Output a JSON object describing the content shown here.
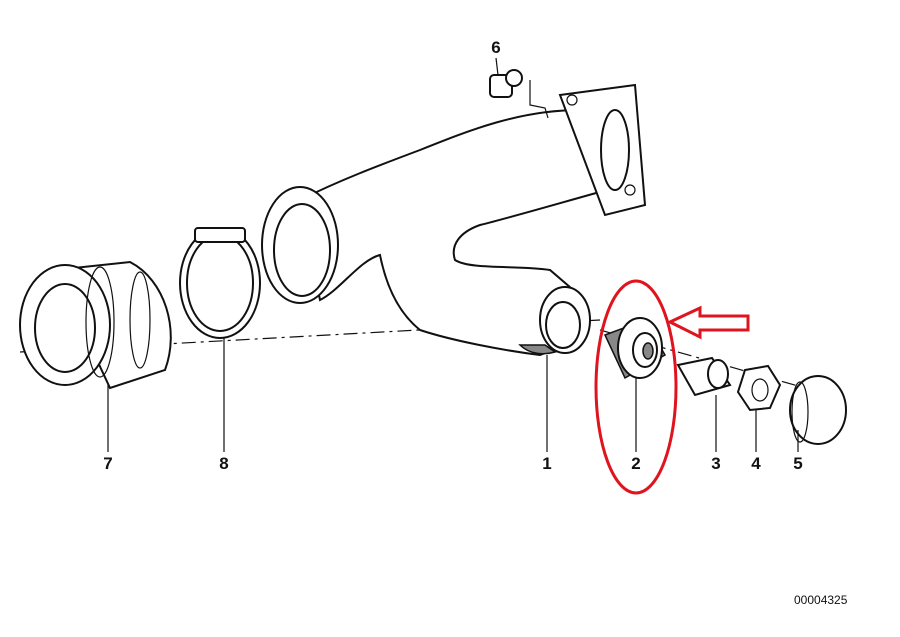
{
  "diagram": {
    "part_labels": {
      "p1": "1",
      "p2": "2",
      "p3": "3",
      "p4": "4",
      "p5": "5",
      "p6": "6",
      "p7": "7",
      "p8": "8"
    },
    "drawing_code": "00004325",
    "highlight_color": "#e0141e",
    "highlighted_part": "2"
  }
}
